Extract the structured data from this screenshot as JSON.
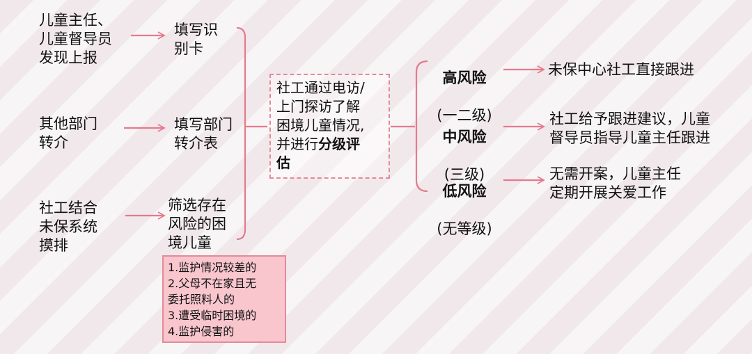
{
  "sources": [
    {
      "lines": "儿童主任、\n儿童督导员\n发现上报"
    },
    {
      "lines": "其他部门\n转介"
    },
    {
      "lines": "社工结合\n未保系统\n摸排"
    }
  ],
  "steps": [
    {
      "lines": "填写识\n别卡"
    },
    {
      "lines": "填写部门\n转介表"
    },
    {
      "lines": "筛选存在\n风险的困\n境儿童"
    }
  ],
  "criteria": [
    "1.监护情况较差的",
    "2.父母不在家且无",
    "委托照料人的",
    "3.遭受临时困境的",
    "4.监护侵害的"
  ],
  "center": {
    "text": "社工通过电访/\n上门探访了解\n困境儿童情况,\n并进行",
    "bold": "分级评\n估"
  },
  "risk_levels": [
    {
      "name": "高风险",
      "grade": "(一二级)",
      "action": "未保中心社工直接跟进"
    },
    {
      "name": "中风险",
      "grade": "(三级)",
      "action": "社工给予跟进建议，儿童\n督导员指导儿童主任跟进"
    },
    {
      "name": "低风险",
      "grade": "(无等级)",
      "action": "无需开案，儿童主任\n定期开展关爱工作"
    }
  ],
  "colors": {
    "arrow": "#e57a8c",
    "box_border": "#e58a98",
    "box_fill": "#f9c6ce"
  }
}
